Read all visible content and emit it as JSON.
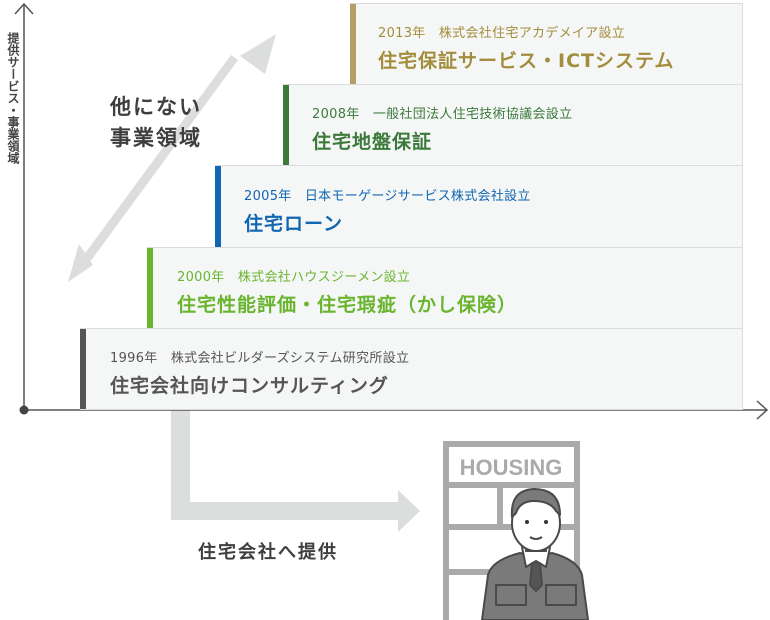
{
  "axis": {
    "y_label": "提供サービス・事業領域"
  },
  "unique_label": {
    "line1": "他にない",
    "line2": "事業領域"
  },
  "provide_label": "住宅会社へ提供",
  "building_sign": "HOUSING",
  "colors": {
    "gold": "#a38d3c",
    "dark_green": "#3b7a3b",
    "blue": "#1166b2",
    "light_green": "#6ab52f",
    "gray": "#555555"
  },
  "steps": [
    {
      "sub": "2013年　株式会社住宅アカデメイア設立",
      "main": "住宅保証サービス・ICTシステム"
    },
    {
      "sub": "2008年　一般社団法人住宅技術協議会設立",
      "main": "住宅地盤保証"
    },
    {
      "sub": "2005年　日本モーゲージサービス株式会社設立",
      "main": "住宅ローン"
    },
    {
      "sub": "2000年　株式会社ハウスジーメン設立",
      "main": "住宅性能評価・住宅瑕疵（かし保険）"
    },
    {
      "sub": "1996年　株式会社ビルダーズシステム研究所設立",
      "main": "住宅会社向けコンサルティング"
    }
  ]
}
